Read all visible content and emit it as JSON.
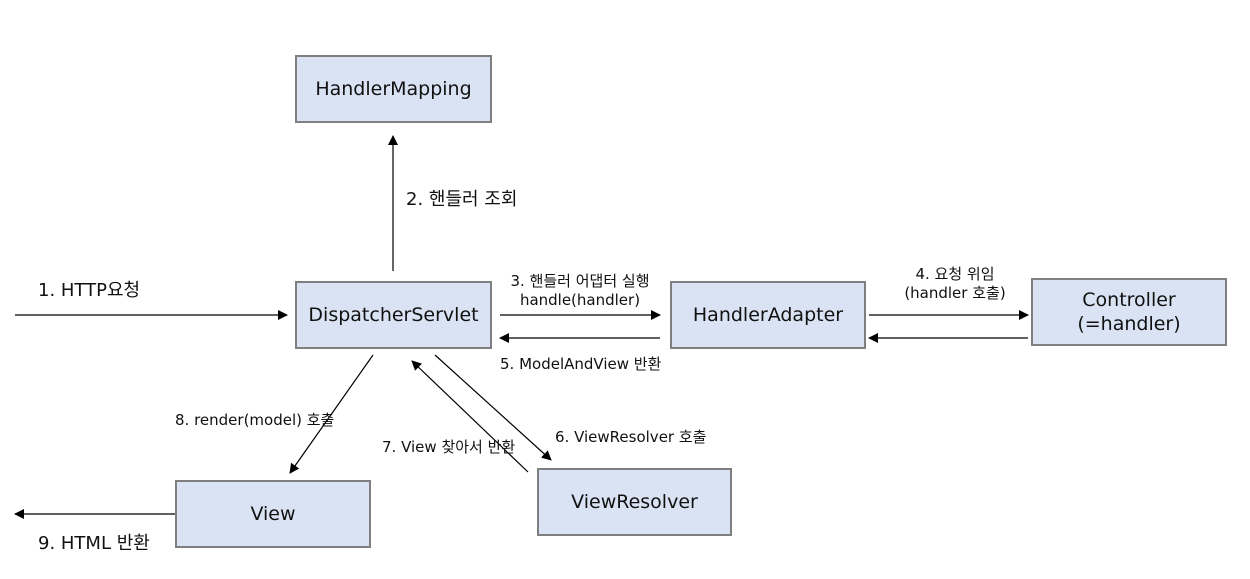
{
  "boxes": {
    "handler_mapping": "HandlerMapping",
    "dispatcher_servlet": "DispatcherServlet",
    "handler_adapter": "HandlerAdapter",
    "controller_line1": "Controller",
    "controller_line2": "(=handler)",
    "view": "View",
    "view_resolver": "ViewResolver"
  },
  "labels": {
    "step1": "1. HTTP요청",
    "step2": "2. 핸들러 조회",
    "step3_line1": "3. 핸들러 어댑터 실행",
    "step3_line2": "handle(handler)",
    "step4_line1": "4. 요청 위임",
    "step4_line2": "(handler 호출)",
    "step5": "5. ModelAndView 반환",
    "step6": "6. ViewResolver 호출",
    "step7": "7. View 찾아서 반환",
    "step8": "8. render(model) 호출",
    "step9": "9. HTML 반환"
  }
}
